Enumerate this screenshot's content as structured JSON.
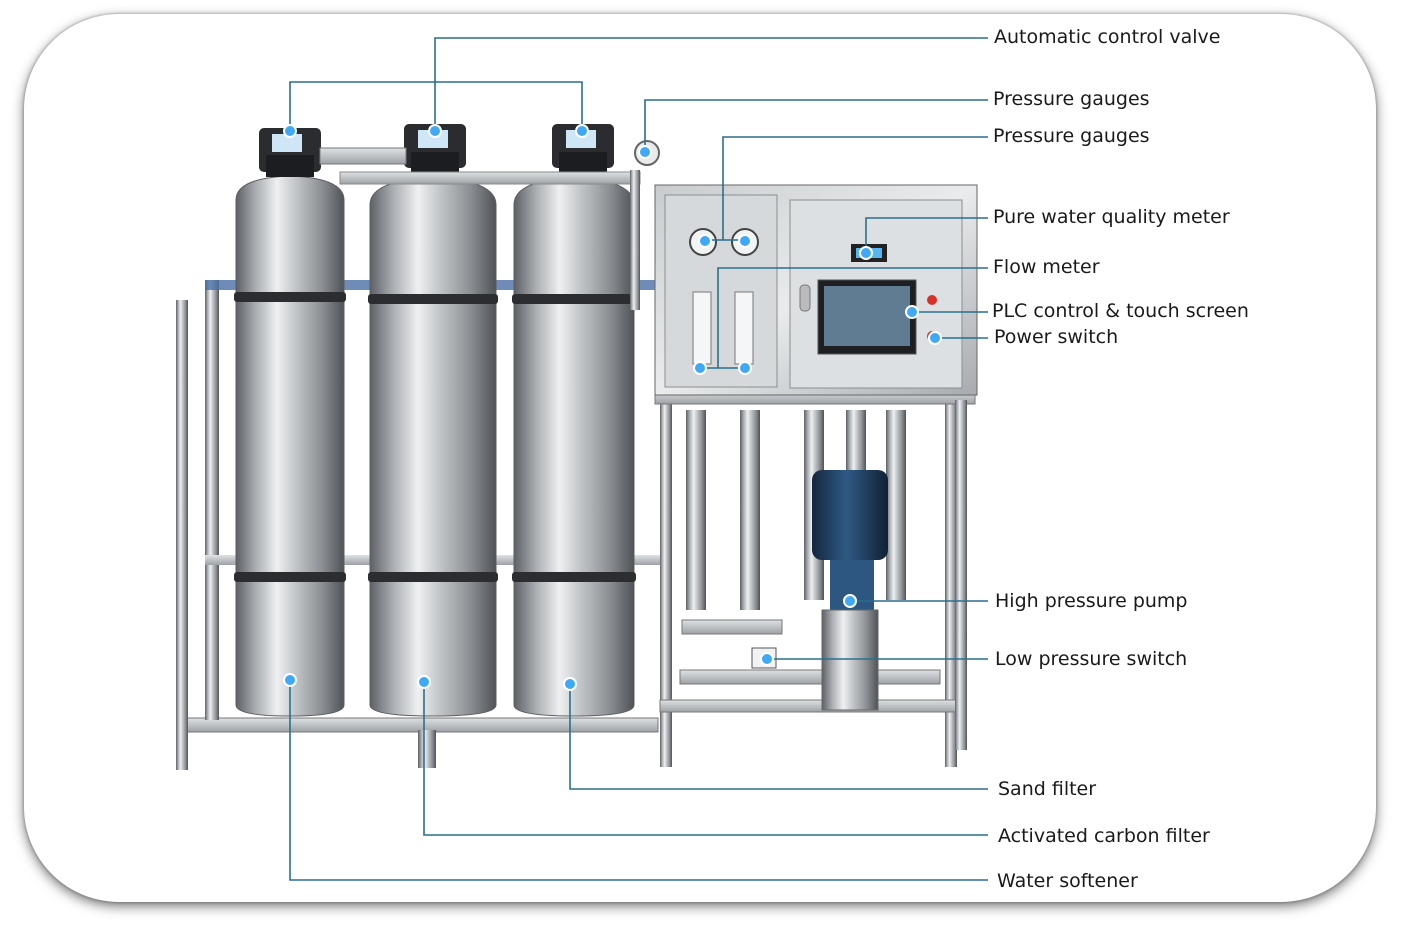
{
  "labels": {
    "automatic_control_valve": "Automatic control valve",
    "pressure_gauges_1": "Pressure gauges",
    "pressure_gauges_2": "Pressure gauges",
    "pure_water_quality_meter": "Pure water quality meter",
    "flow_meter": "Flow meter",
    "plc_control_touch_screen": "PLC control & touch screen",
    "power_switch": "Power switch",
    "high_pressure_pump": "High pressure pump",
    "low_pressure_switch": "Low pressure switch",
    "sand_filter": "Sand filter",
    "activated_carbon_filter": "Activated carbon filter",
    "water_softener": "Water softener"
  },
  "colors": {
    "leader_line": "#2a6f8c",
    "marker": "#3fa9f5",
    "steel_light": "#e6e8ea",
    "steel_dark": "#6f7479",
    "strap": "#2b2d30",
    "pump_blue": "#1f3f63"
  }
}
